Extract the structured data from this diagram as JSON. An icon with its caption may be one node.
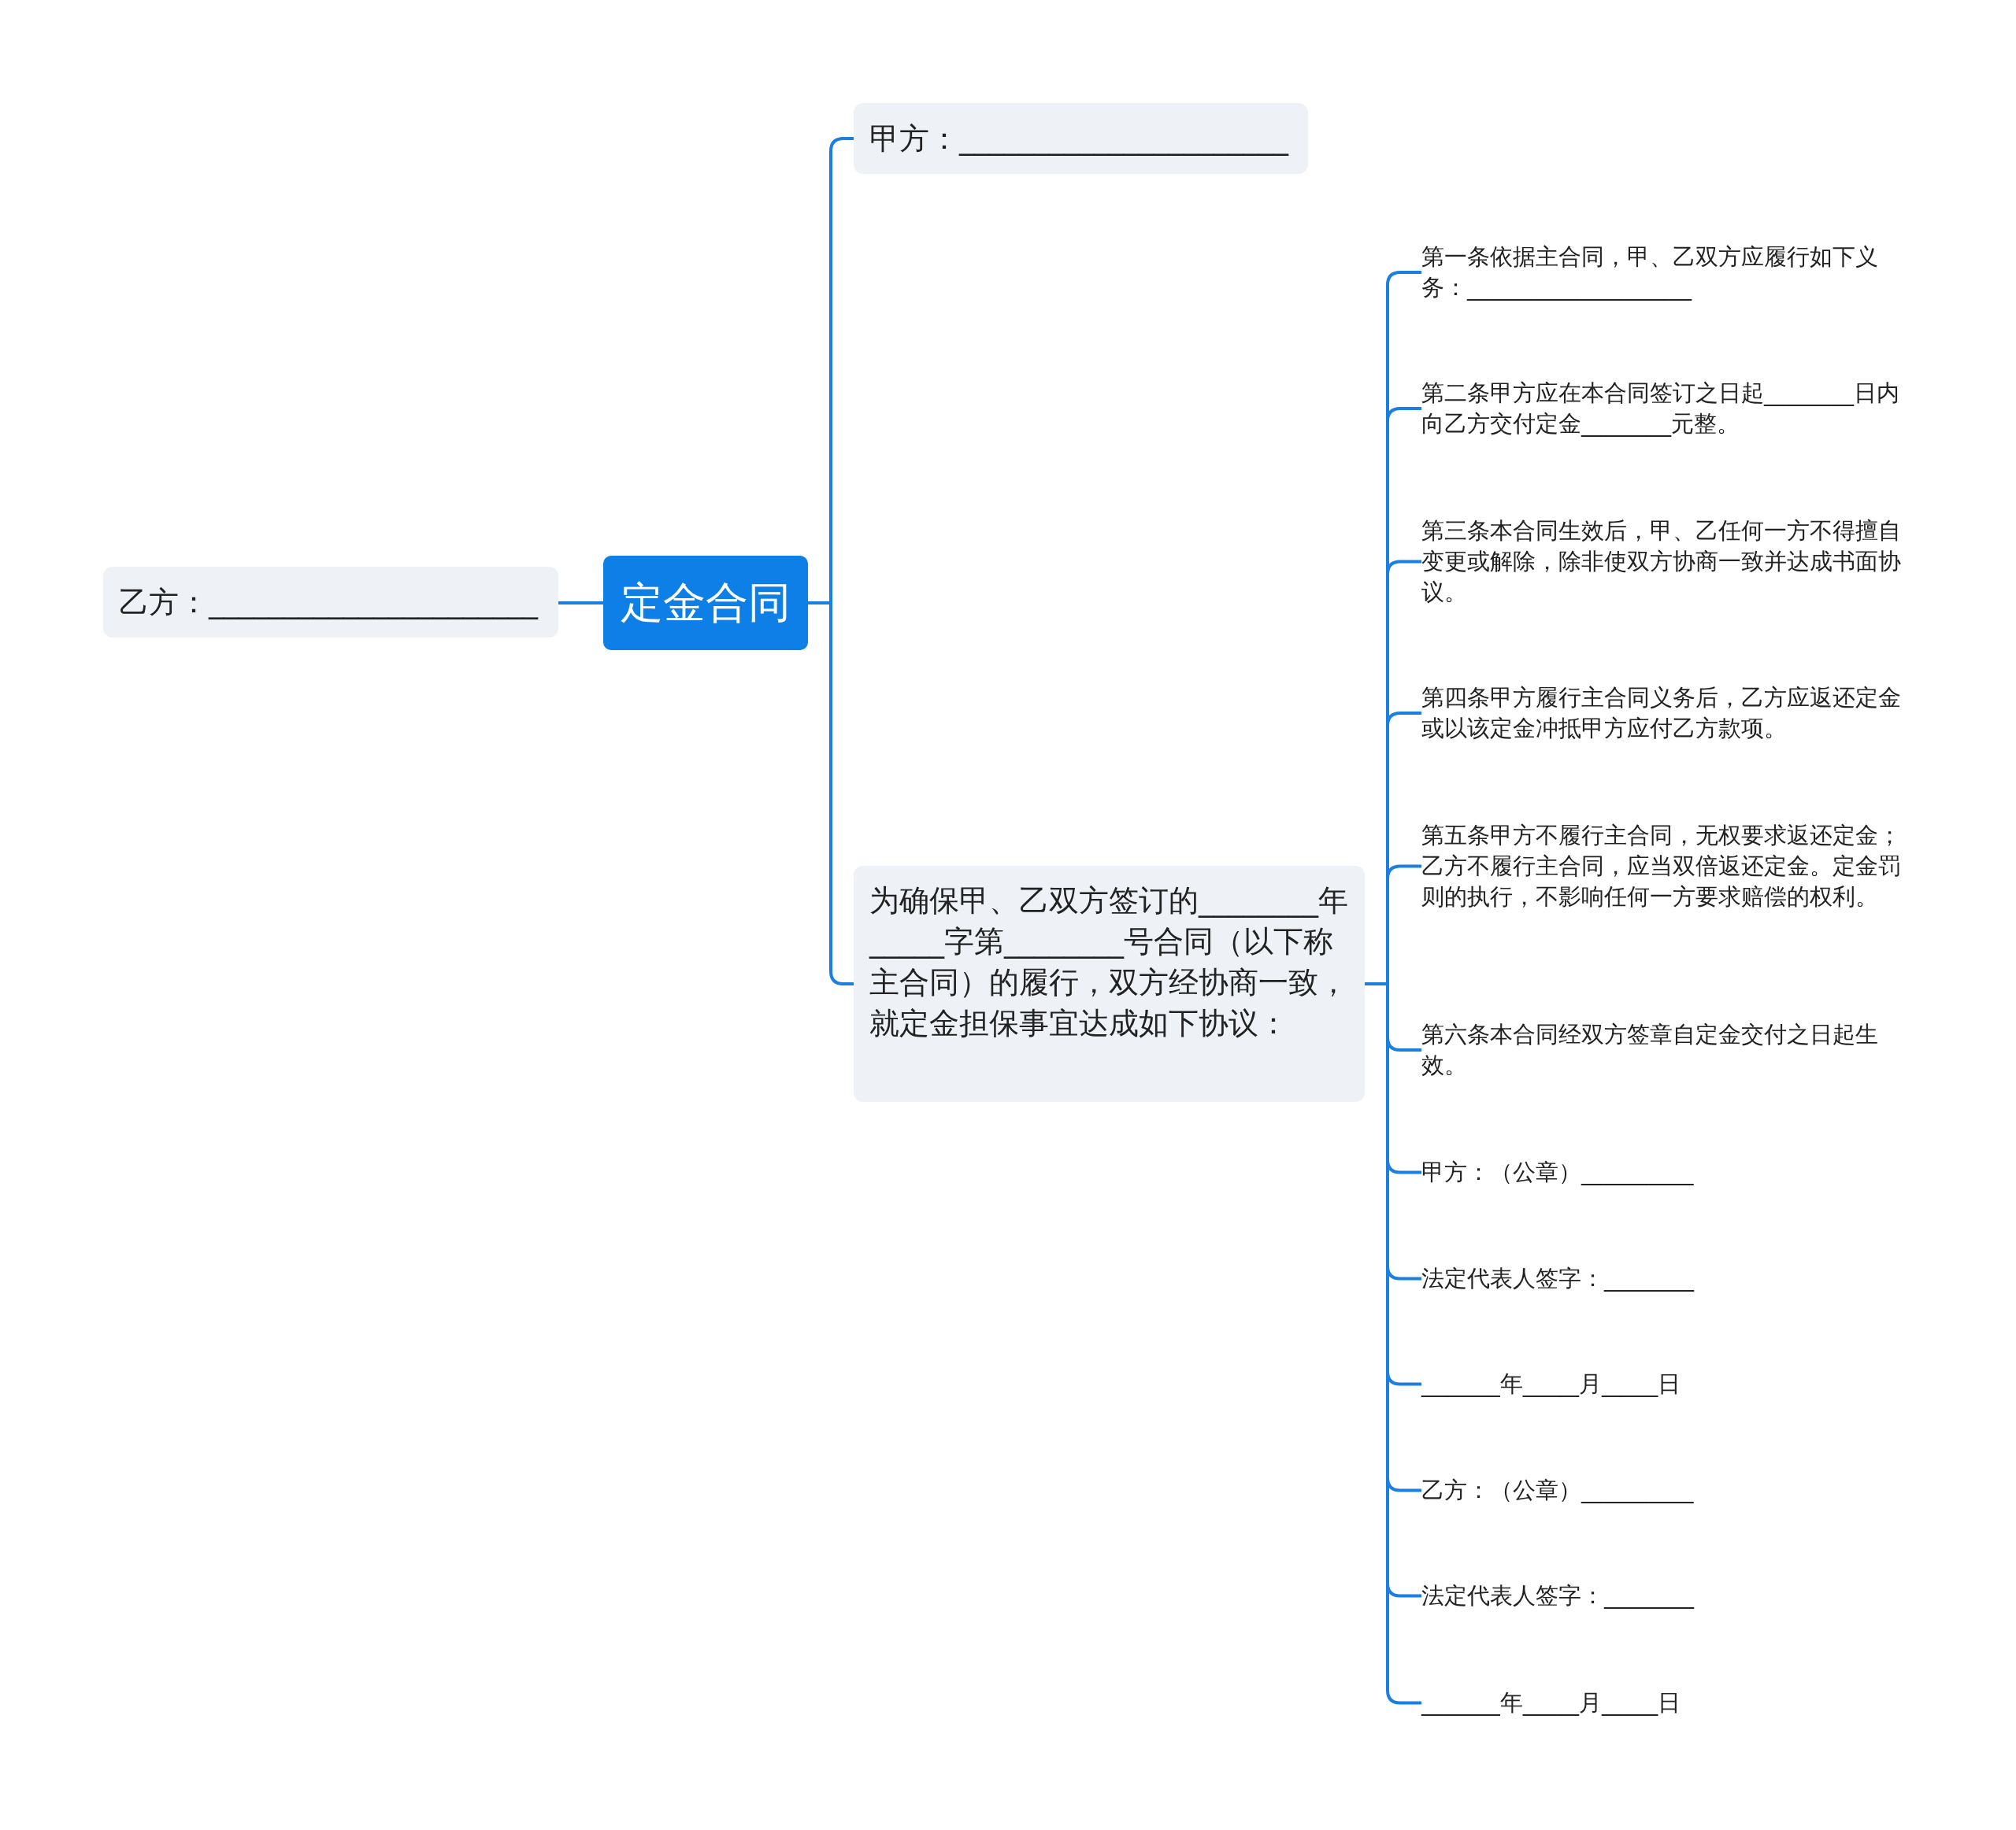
{
  "diagram": {
    "nodes": [
      {
        "text": [
          "定金合同"
        ]
      },
      {
        "text": [
          "甲方：______________________"
        ]
      },
      {
        "text": [
          "乙方：______________________"
        ]
      },
      {
        "text": [
          "为确保甲、乙双方签订的________年_____字第________号合同（以下称主合同）的履行，双方经协商一致，就定金担保事宜达成如下协议："
        ]
      },
      {
        "text": [
          "第一条依据主合同，甲、乙双方应履行如下义务：____________________"
        ]
      },
      {
        "text": [
          "第二条甲方应在本合同签订之日起________日内向乙方交付定金________元整。"
        ]
      },
      {
        "text": [
          "第三条本合同生效后，甲、乙任何一方不得擅自变更或解除，除非使双方协商一致并达成书面协议。"
        ]
      },
      {
        "text": [
          "第四条甲方履行主合同义务后，乙方应返还定金或以该定金冲抵甲方应付乙方款项。"
        ]
      },
      {
        "text": [
          "第五条甲方不履行主合同，无权要求返还定金；乙方不履行主合同，应当双倍返还定金。定金罚则的执行，不影响任何一方要求赔偿的权利。"
        ]
      },
      {
        "text": [
          "第六条本合同经双方签章自定金交付之日起生效。"
        ]
      },
      {
        "text": [
          "甲方：（公章）__________"
        ]
      },
      {
        "text": [
          "法定代表人签字：________"
        ]
      },
      {
        "text": [
          "_______年_____月_____日"
        ]
      },
      {
        "text": [
          "乙方：（公章）__________"
        ]
      },
      {
        "text": [
          "法定代表人签字：________"
        ]
      },
      {
        "text": [
          "_______年_____月_____日"
        ]
      }
    ],
    "edges": [
      {
        "from": 0,
        "to": 1,
        "arrow": "none"
      },
      {
        "from": 0,
        "to": 2,
        "arrow": "none"
      },
      {
        "from": 0,
        "to": 3,
        "arrow": "none"
      },
      {
        "from": 3,
        "to": 4,
        "arrow": "none"
      },
      {
        "from": 3,
        "to": 5,
        "arrow": "none"
      },
      {
        "from": 3,
        "to": 6,
        "arrow": "none"
      },
      {
        "from": 3,
        "to": 7,
        "arrow": "none"
      },
      {
        "from": 3,
        "to": 8,
        "arrow": "none"
      },
      {
        "from": 3,
        "to": 9,
        "arrow": "none"
      },
      {
        "from": 3,
        "to": 10,
        "arrow": "none"
      },
      {
        "from": 3,
        "to": 11,
        "arrow": "none"
      },
      {
        "from": 3,
        "to": 12,
        "arrow": "none"
      },
      {
        "from": 3,
        "to": 13,
        "arrow": "none"
      },
      {
        "from": 3,
        "to": 14,
        "arrow": "none"
      },
      {
        "from": 3,
        "to": 15,
        "arrow": "none"
      }
    ]
  }
}
